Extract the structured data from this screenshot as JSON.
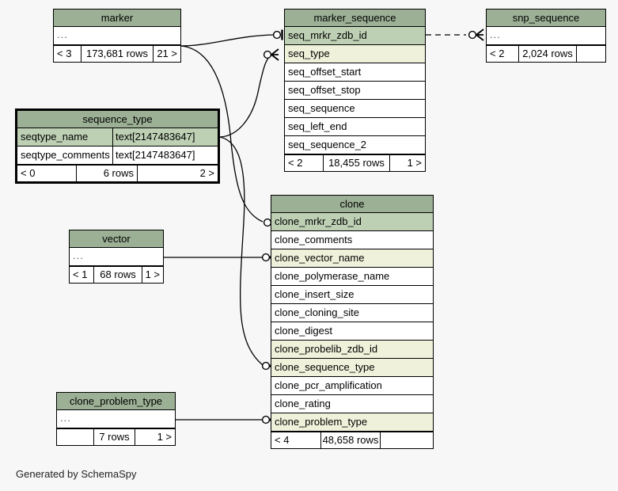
{
  "diagram": {
    "generator_note": "Generated by SchemaSpy",
    "background": "#f7f7f7",
    "colors": {
      "header": "#9cb095",
      "primary_key_row": "#bdd0b4",
      "foreign_key_row": "#f0f1da",
      "plain_row": "#ffffff",
      "border": "#000000"
    }
  },
  "tables": {
    "marker": {
      "name": "marker",
      "rows": [
        {
          "label": "...",
          "kind": "ellipsis"
        }
      ],
      "footer": {
        "left": "< 3",
        "mid": "173,681 rows",
        "right": "21 >"
      }
    },
    "marker_sequence": {
      "name": "marker_sequence",
      "rows": [
        {
          "label": "seq_mrkr_zdb_id",
          "kind": "pk"
        },
        {
          "label": "seq_type",
          "kind": "fk"
        },
        {
          "label": "seq_offset_start",
          "kind": "plain"
        },
        {
          "label": "seq_offset_stop",
          "kind": "plain"
        },
        {
          "label": "seq_sequence",
          "kind": "plain"
        },
        {
          "label": "seq_left_end",
          "kind": "plain"
        },
        {
          "label": "seq_sequence_2",
          "kind": "plain"
        }
      ],
      "footer": {
        "left": "< 2",
        "mid": "18,455 rows",
        "right": "1 >"
      }
    },
    "snp_sequence": {
      "name": "snp_sequence",
      "rows": [
        {
          "label": "...",
          "kind": "ellipsis"
        }
      ],
      "footer": {
        "left": "< 2",
        "mid": "2,024 rows",
        "right": ""
      }
    },
    "sequence_type": {
      "name": "sequence_type",
      "focused": true,
      "rows": [
        {
          "label": "seqtype_name",
          "type": "text[2147483647]",
          "kind": "pk"
        },
        {
          "label": "seqtype_comments",
          "type": "text[2147483647]",
          "kind": "plain"
        }
      ],
      "footer": {
        "left": "< 0",
        "mid": "6 rows",
        "right": "2 >"
      }
    },
    "vector": {
      "name": "vector",
      "rows": [
        {
          "label": "...",
          "kind": "ellipsis"
        }
      ],
      "footer": {
        "left": "< 1",
        "mid": "68 rows",
        "right": "1 >"
      }
    },
    "clone": {
      "name": "clone",
      "rows": [
        {
          "label": "clone_mrkr_zdb_id",
          "kind": "pk"
        },
        {
          "label": "clone_comments",
          "kind": "plain"
        },
        {
          "label": "clone_vector_name",
          "kind": "fk"
        },
        {
          "label": "clone_polymerase_name",
          "kind": "plain"
        },
        {
          "label": "clone_insert_size",
          "kind": "plain"
        },
        {
          "label": "clone_cloning_site",
          "kind": "plain"
        },
        {
          "label": "clone_digest",
          "kind": "plain"
        },
        {
          "label": "clone_probelib_zdb_id",
          "kind": "fk"
        },
        {
          "label": "clone_sequence_type",
          "kind": "fk"
        },
        {
          "label": "clone_pcr_amplification",
          "kind": "plain"
        },
        {
          "label": "clone_rating",
          "kind": "plain"
        },
        {
          "label": "clone_problem_type",
          "kind": "fk"
        }
      ],
      "footer": {
        "left": "< 4",
        "mid": "48,658 rows",
        "right": ""
      }
    },
    "clone_problem_type": {
      "name": "clone_problem_type",
      "rows": [
        {
          "label": "...",
          "kind": "ellipsis"
        }
      ],
      "footer": {
        "left": "",
        "mid": "7 rows",
        "right": "1 >"
      }
    }
  },
  "relationships": [
    {
      "name": "marker-to-marker_sequence",
      "from": "marker",
      "to": "marker_sequence.seq_mrkr_zdb_id",
      "style": "solid",
      "end_symbol": "one-and-only-one"
    },
    {
      "name": "marker-to-clone",
      "from": "marker",
      "to": "clone.clone_mrkr_zdb_id",
      "style": "solid",
      "end_symbol": "one-and-only-one"
    },
    {
      "name": "sequence_type-to-marker_sequence",
      "from": "sequence_type.seqtype_name",
      "to": "marker_sequence.seq_type",
      "style": "solid",
      "end_symbol": "zero-or-many"
    },
    {
      "name": "sequence_type-to-clone",
      "from": "sequence_type.seqtype_name",
      "to": "clone.clone_sequence_type",
      "style": "solid",
      "end_symbol": "zero-or-many"
    },
    {
      "name": "marker_sequence-to-snp_sequence",
      "from": "marker_sequence",
      "to": "snp_sequence",
      "style": "dashed",
      "end_symbol": "zero-or-many"
    },
    {
      "name": "vector-to-clone",
      "from": "vector",
      "to": "clone.clone_vector_name",
      "style": "solid",
      "end_symbol": "zero-or-many"
    },
    {
      "name": "clone_problem_type-to-clone",
      "from": "clone_problem_type",
      "to": "clone.clone_problem_type",
      "style": "solid",
      "end_symbol": "zero-or-many"
    }
  ]
}
